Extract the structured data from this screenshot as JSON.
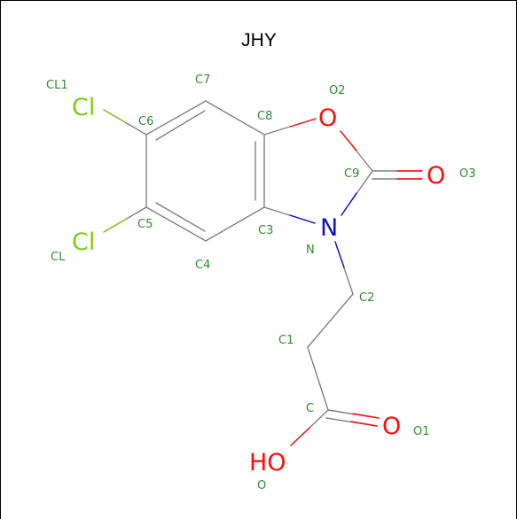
{
  "title": "JHY",
  "colors": {
    "frame": "#000000",
    "bond": "#808080",
    "label": "#2e8b2e",
    "chlorine": "#7fcc1a",
    "oxygen": "#ff0d0d",
    "nitrogen": "#1010dd"
  },
  "elements": {
    "cl_top": "Cl",
    "cl_bottom": "Cl",
    "o_ring": "O",
    "o_carbonyl": "O",
    "n_ring": "N",
    "o_acid": "O",
    "oh_acid": "HO"
  },
  "atom_labels": {
    "cl1": "CL1",
    "cl": "CL",
    "c7": "C7",
    "c6": "C6",
    "c8": "C8",
    "o2": "O2",
    "c9": "C9",
    "o3": "O3",
    "c5": "C5",
    "c3": "C3",
    "n": "N",
    "c4": "C4",
    "c2": "C2",
    "c1": "C1",
    "c": "C",
    "o1": "O1",
    "o": "O"
  }
}
